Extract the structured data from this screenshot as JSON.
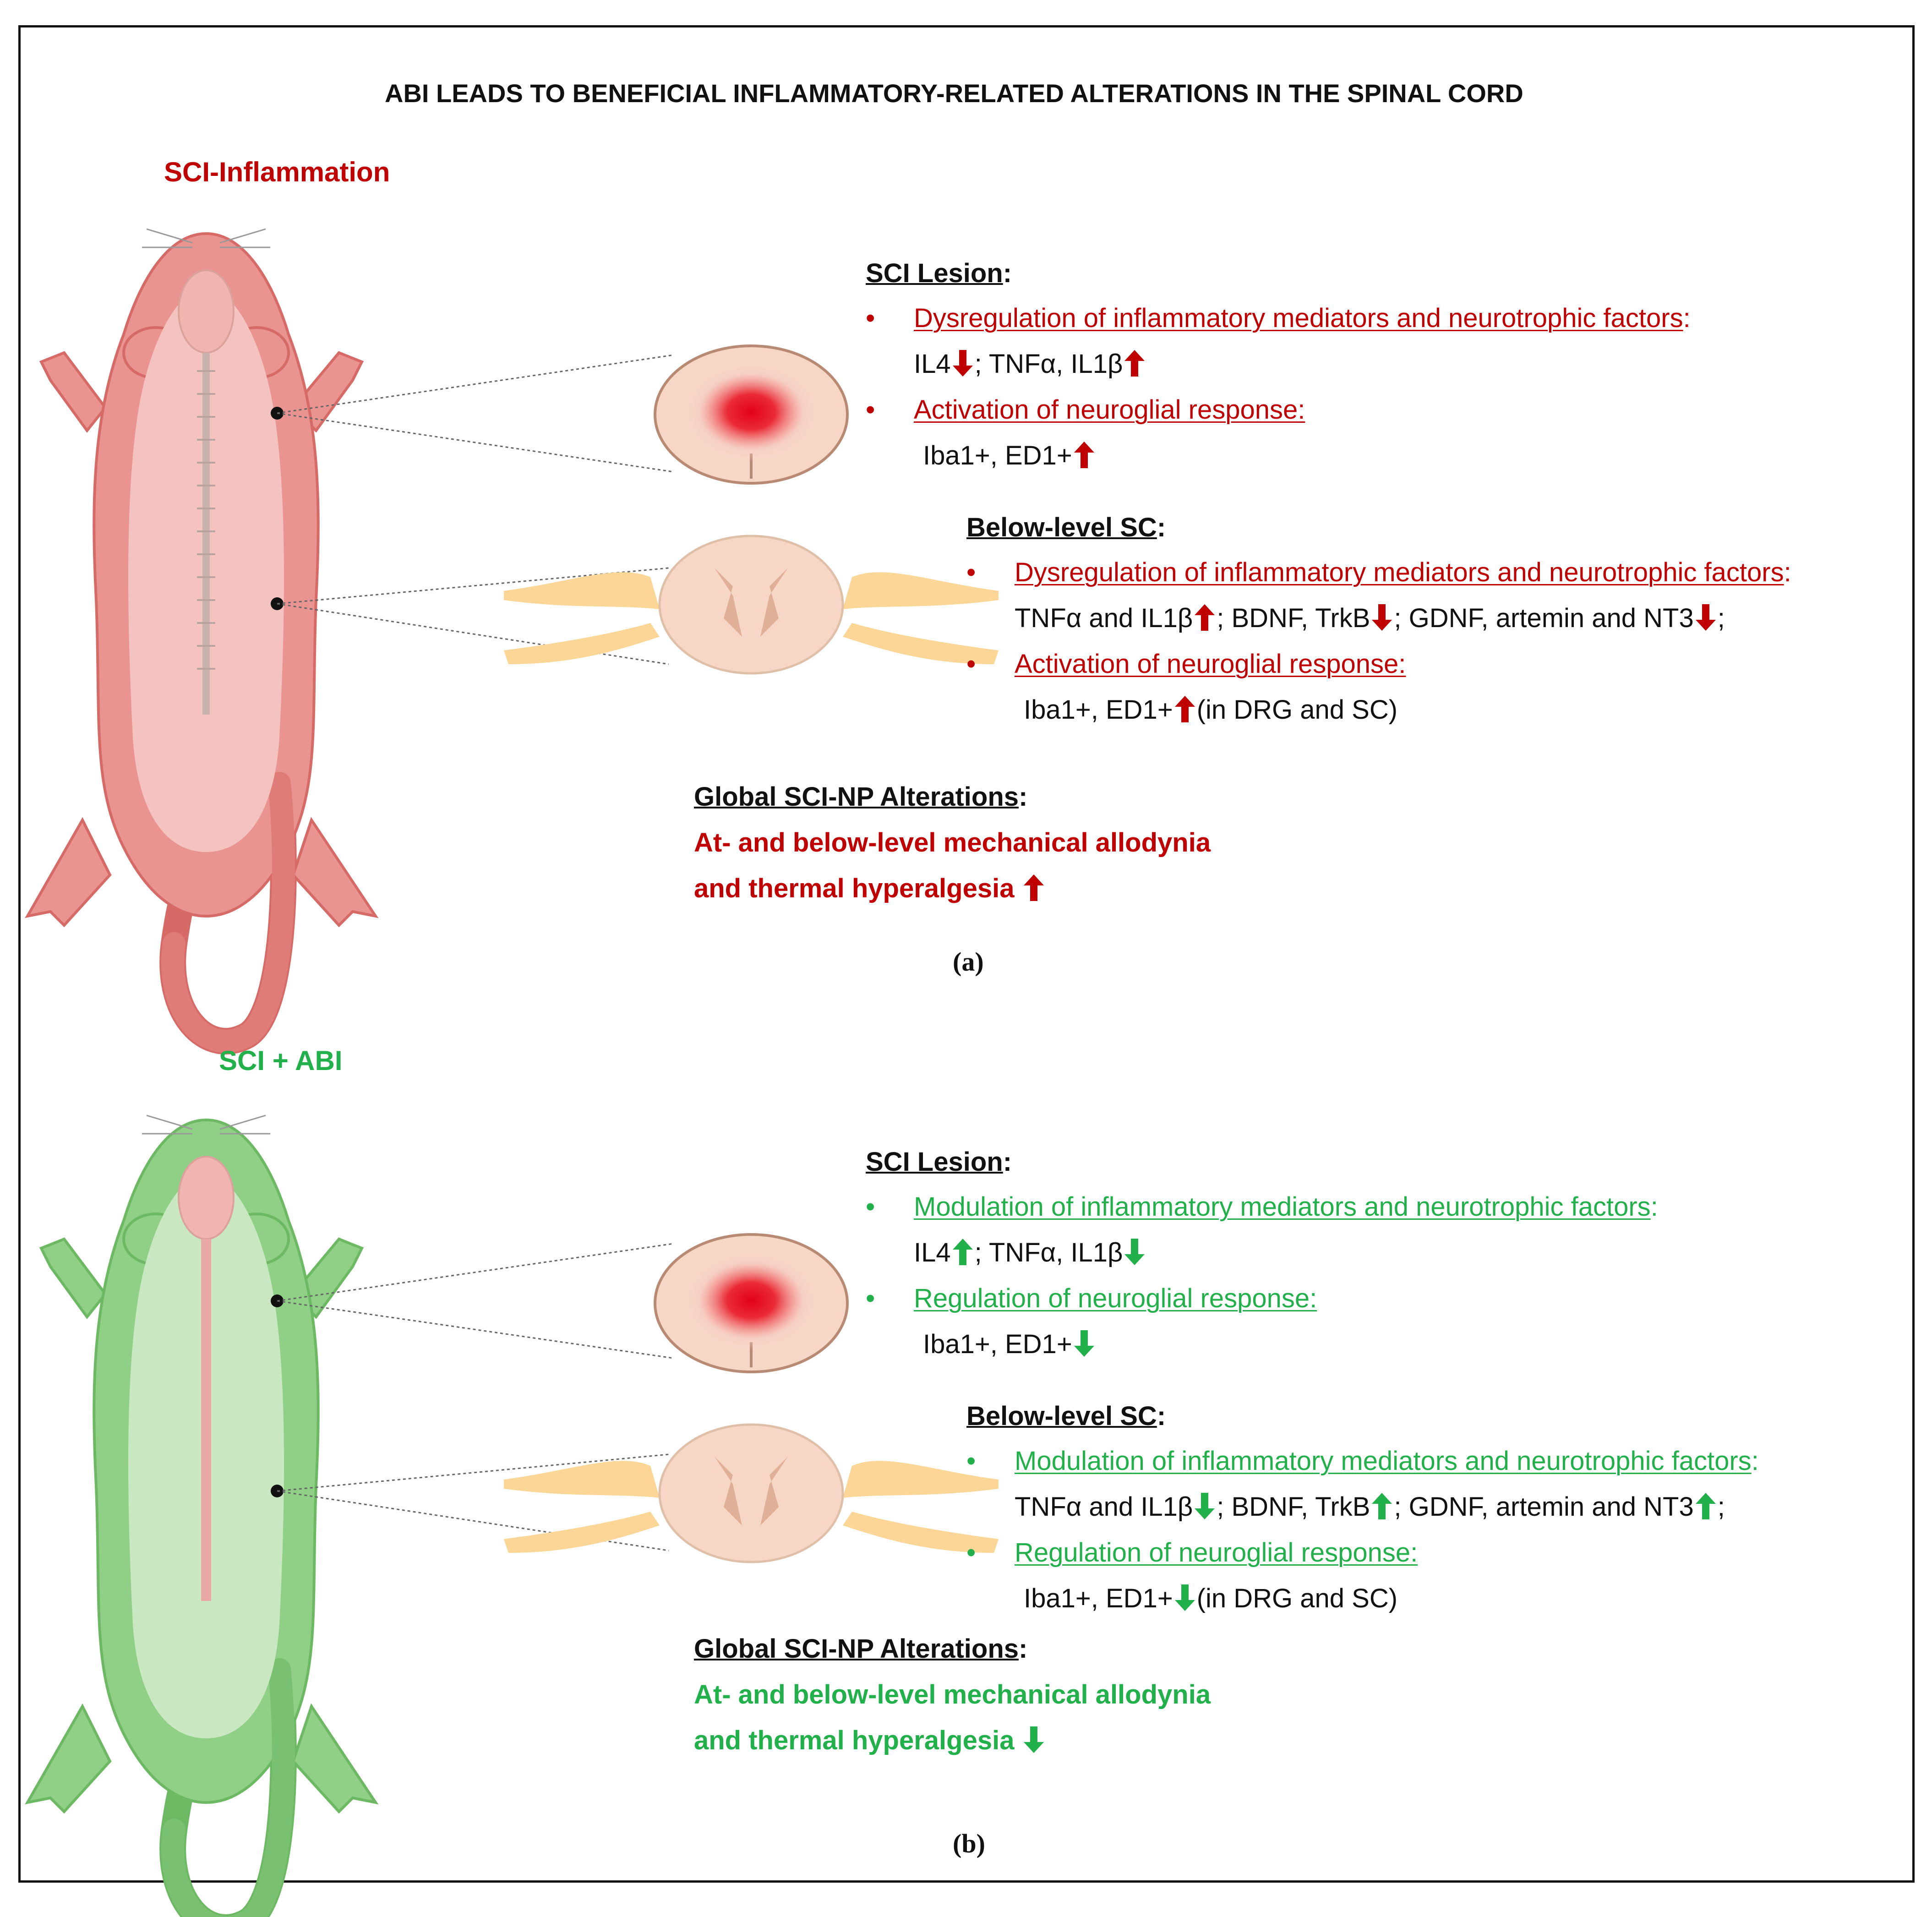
{
  "title": "ABI LEADS TO BENEFICIAL INFLAMMATORY-RELATED ALTERATIONS IN THE SPINAL CORD",
  "colors": {
    "red": "#c00000",
    "green": "#22b04b",
    "arrow_red": "#c00000",
    "arrow_green": "#22b04b"
  },
  "panel_a": {
    "section_title": "SCI-Inflammation",
    "lesion_header": "SCI Lesion",
    "lesion_b1": "Dysregulation of inflammatory mediators and neurotrophic factors",
    "lesion_l1a": "IL4",
    "lesion_l1b": "; TNFα, IL1β",
    "lesion_b2": "Activation of neuroglial response:",
    "lesion_l2": "Iba1+, ED1+",
    "below_header": "Below-level SC",
    "below_b1": "Dysregulation of inflammatory mediators and neurotrophic factors",
    "below_l1a": "TNFα and IL1β",
    "below_l1b": "; BDNF, TrkB",
    "below_l1c": "; GDNF, artemin and NT3",
    "below_l1d": ";",
    "below_b2": "Activation of neuroglial response:",
    "below_l2a": "Iba1+, ED1+",
    "below_l2b": "(in DRG and SC)",
    "global_header": "Global SCI-NP Alterations",
    "global_l1": "At- and below-level mechanical allodynia",
    "global_l2": "and thermal hyperalgesia",
    "caption": "(a)"
  },
  "panel_b": {
    "section_title": "SCI + ABI",
    "lesion_header": "SCI Lesion",
    "lesion_b1": "Modulation of inflammatory mediators and neurotrophic factors",
    "lesion_l1a": "IL4",
    "lesion_l1b": "; TNFα, IL1β",
    "lesion_b2": "Regulation of neuroglial response:",
    "lesion_l2": "Iba1+, ED1+",
    "below_header": "Below-level SC",
    "below_b1": "Modulation of inflammatory mediators and neurotrophic factors",
    "below_l1a": "TNFα and IL1β",
    "below_l1b": "; BDNF, TrkB",
    "below_l1c": "; GDNF, artemin and NT3",
    "below_l1d": ";",
    "below_b2": "Regulation of neuroglial response:",
    "below_l2a": "Iba1+, ED1+",
    "below_l2b": "(in DRG and SC)",
    "global_header": "Global SCI-NP Alterations",
    "global_l1": "At- and below-level mechanical allodynia",
    "global_l2": "and thermal hyperalgesia",
    "caption": "(b)"
  }
}
